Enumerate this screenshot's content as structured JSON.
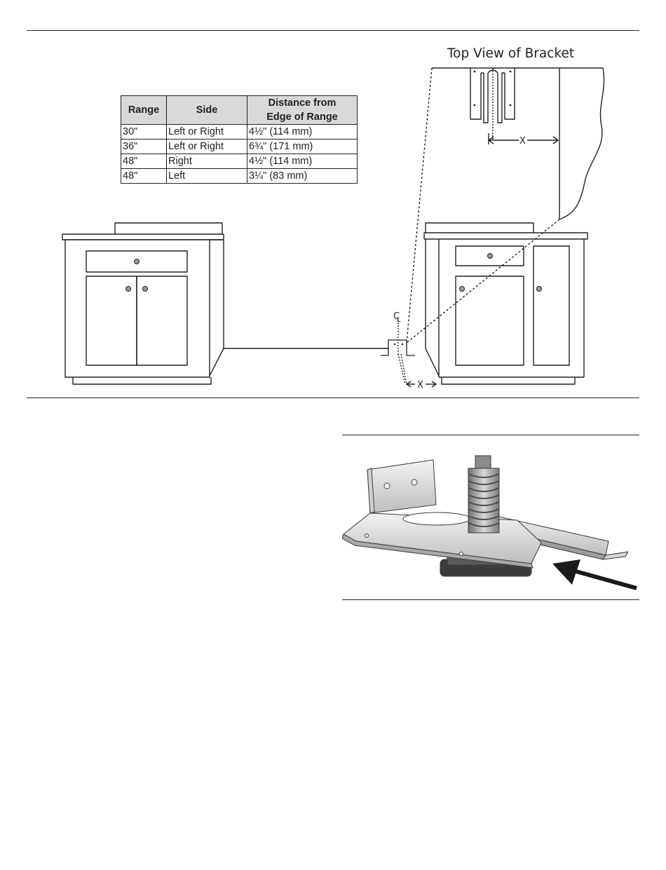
{
  "figure1": {
    "caption": "Top View of Bracket",
    "centerline_symbol": "C",
    "centerline_sub": "L",
    "dimension_x_top": "X",
    "dimension_x_bottom": "X"
  },
  "distance_table": {
    "headers": [
      "Range",
      "Side",
      "Distance from",
      "Edge of Range"
    ],
    "rows": [
      {
        "range": "30\"",
        "side": "Left or Right",
        "distance": "4½\" (114 mm)"
      },
      {
        "range": "36\"",
        "side": "Left or Right",
        "distance": "6¾\" (171 mm)"
      },
      {
        "range": "48\"",
        "side": "Right",
        "distance": "4½\" (114 mm)"
      },
      {
        "range": "48\"",
        "side": "Left",
        "distance": "3¼\" (83 mm)"
      }
    ]
  }
}
